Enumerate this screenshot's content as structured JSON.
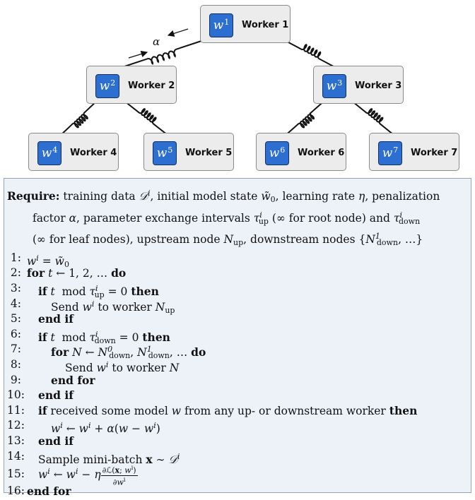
{
  "workers": [
    {
      "id": 1,
      "label": "Worker 1",
      "sup": "1"
    },
    {
      "id": 2,
      "label": "Worker 2",
      "sup": "2"
    },
    {
      "id": 3,
      "label": "Worker 3",
      "sup": "3"
    },
    {
      "id": 4,
      "label": "Worker 4",
      "sup": "4"
    },
    {
      "id": 5,
      "label": "Worker 5",
      "sup": "5"
    },
    {
      "id": 6,
      "label": "Worker 6",
      "sup": "6"
    },
    {
      "id": 7,
      "label": "Worker 7",
      "sup": "7"
    }
  ],
  "node_symbol": "w",
  "spring_label": "α",
  "algorithm": {
    "require_keyword": "Require:",
    "require_text_1": "training data 𝒟ⁱ, initial model state w̃₀, learning rate η, penalization",
    "require_text_2": "factor α, parameter exchange intervals τⁱup (∞ for root node) and τⁱdown",
    "require_text_3": "(∞ for leaf nodes), upstream node Nup, downstream nodes {N¹down, …}",
    "lines": [
      {
        "n": "1:",
        "text": "wⁱ = w̃₀"
      },
      {
        "n": "2:",
        "text": "for t ← 1, 2, … do"
      },
      {
        "n": "3:",
        "text": "if t mod τⁱup = 0 then"
      },
      {
        "n": "4:",
        "text": "Send wⁱ to worker Nup"
      },
      {
        "n": "5:",
        "text": "end if"
      },
      {
        "n": "6:",
        "text": "if t mod τⁱdown = 0 then"
      },
      {
        "n": "7:",
        "text": "for N ← N⁰down, N¹down, … do"
      },
      {
        "n": "8:",
        "text": "Send wⁱ to worker N"
      },
      {
        "n": "9:",
        "text": "end for"
      },
      {
        "n": "10:",
        "text": "end if"
      },
      {
        "n": "11:",
        "text": "if received some model w from any up- or downstream worker then"
      },
      {
        "n": "12:",
        "text": "wⁱ ← wⁱ + α(w − wⁱ)"
      },
      {
        "n": "13:",
        "text": "end if"
      },
      {
        "n": "14:",
        "text": "Sample mini-batch x ∼ 𝒟ⁱ"
      },
      {
        "n": "15:",
        "text": "wⁱ ← wⁱ − η ∂ℒ(x; wⁱ)/∂wⁱ"
      },
      {
        "n": "16:",
        "text": "end for"
      }
    ]
  },
  "colors": {
    "node_fill": "#2d6fd0",
    "box_fill": "#ececec",
    "algo_bg": "#edf1f8"
  }
}
